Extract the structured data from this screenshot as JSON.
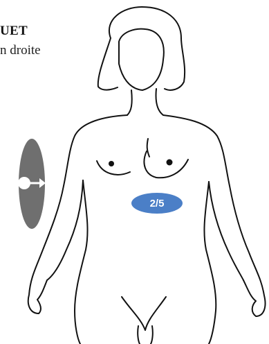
{
  "header": {
    "title_fragment": "UET",
    "subtitle_fragment": "n droite"
  },
  "navigation": {
    "page_indicator": "2/5",
    "next_control_icon": "arrow-right-icon"
  },
  "colors": {
    "control_background": "#6f6f6f",
    "badge_background": "#4b7fc7",
    "line": "#111111"
  }
}
